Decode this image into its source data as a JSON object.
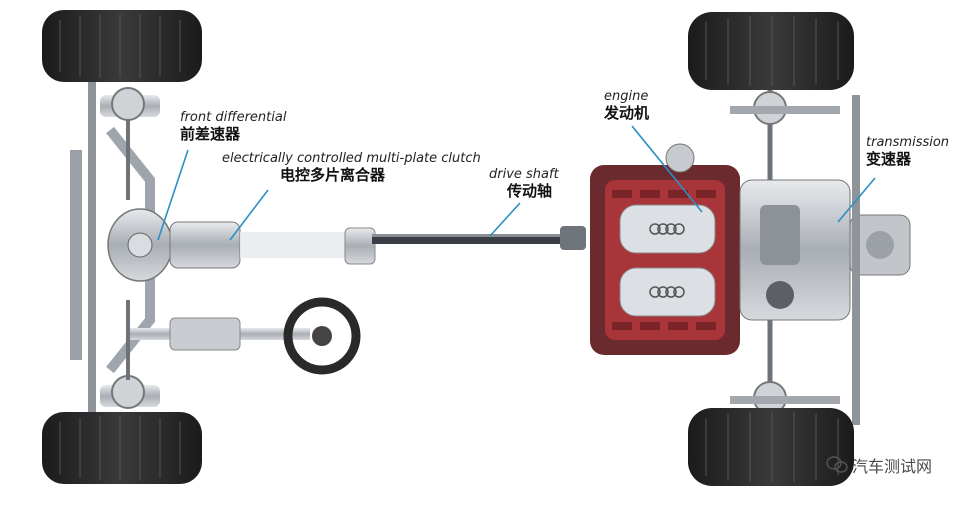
{
  "labels": {
    "front_differential": {
      "en": "front differential",
      "zh": "前差速器"
    },
    "clutch": {
      "en": "electrically controlled multi-plate clutch",
      "zh": "电控多片离合器"
    },
    "drive_shaft": {
      "en": "drive shaft",
      "zh": "传动轴"
    },
    "engine": {
      "en": "engine",
      "zh": "发动机"
    },
    "transmission": {
      "en": "transmission",
      "zh": "变速器"
    }
  },
  "watermark": "汽车测试网",
  "colors": {
    "leader": "#2a8fc4",
    "tire": "#2b2b2b",
    "metal": "#b9bdc3",
    "engine_red": "#a8353a"
  }
}
